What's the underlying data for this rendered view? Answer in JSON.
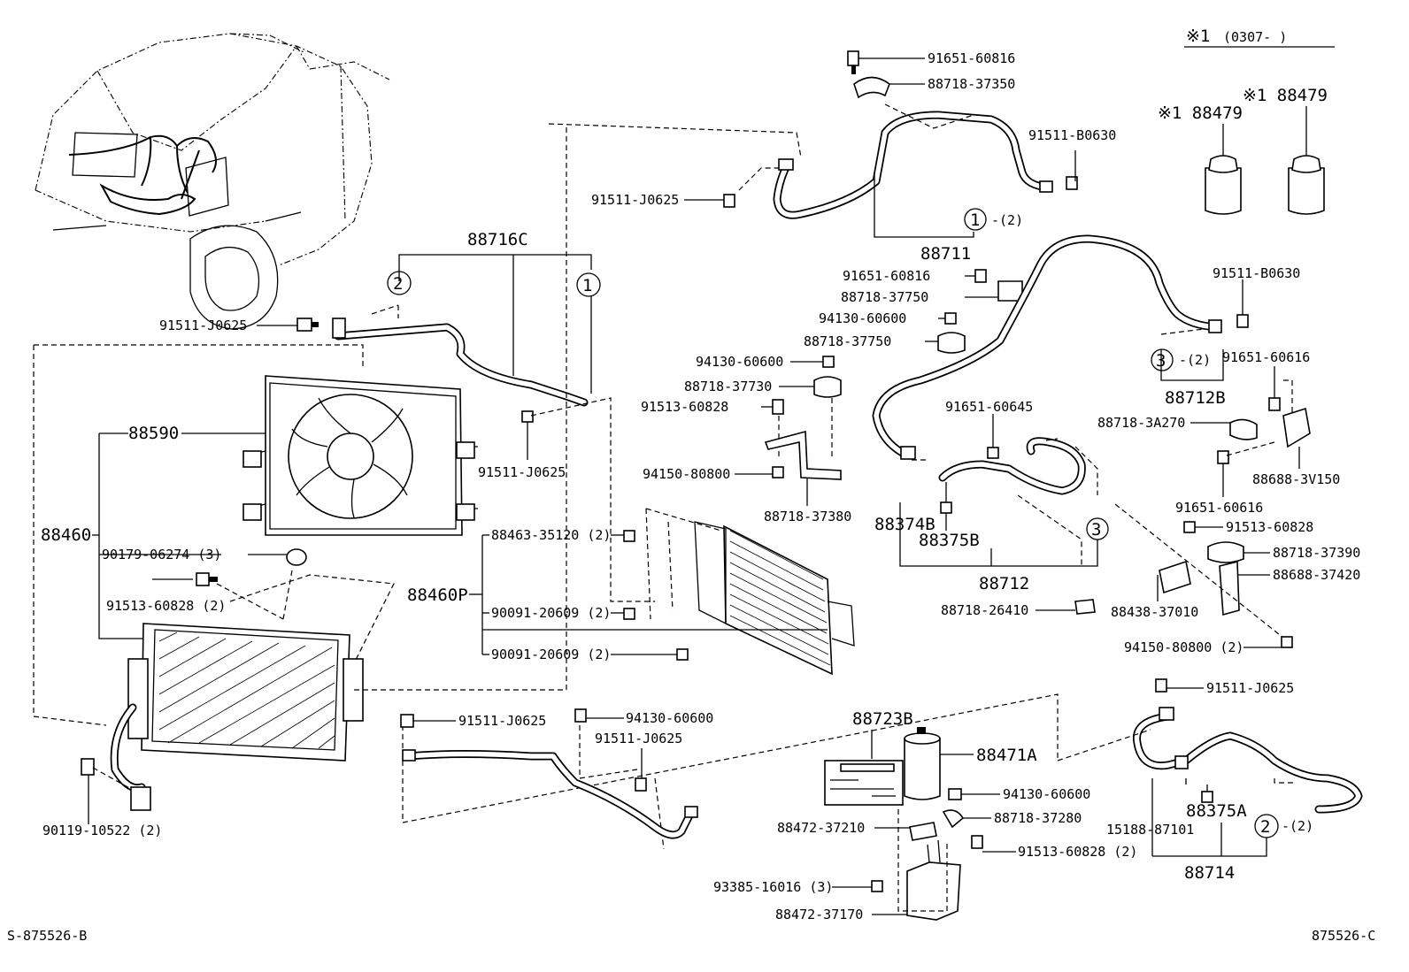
{
  "header": {
    "note_prefix": "※1",
    "note_range": "(0307-    )"
  },
  "footer": {
    "left_code": "S-875526-B",
    "right_code": "875526-C"
  },
  "parts": {
    "p88479_a": "※1 88479",
    "p88479_b": "※1 88479",
    "p91651_60816_top": "91651-60816",
    "p88718_37350": "88718-37350",
    "p91511_B0630_top": "91511-B0630",
    "p91511_J0625_a": "91511-J0625",
    "p88711": "88711",
    "circle1_qty_label": "-(2)",
    "p88716C": "88716C",
    "p91651_60816_mid": "91651-60816",
    "p88718_37750_a": "88718-37750",
    "p94130_60600_a": "94130-60600",
    "p88718_37750_b": "88718-37750",
    "p91511_B0630_right": "91511-B0630",
    "p91511_J0625_b": "91511-J0625",
    "p94130_60600_b": "94130-60600",
    "p88718_37730": "88718-37730",
    "p91513_60828_a": "91513-60828",
    "circle3_qty_label": "-(2)",
    "p88712B": "88712B",
    "p91651_60616_a": "91651-60616",
    "p91651_60645": "91651-60645",
    "p88718_3A270": "88718-3A270",
    "p88590": "88590",
    "p91511_J0625_c": "91511-J0625",
    "p94150_80800_a": "94150-80800",
    "p88688_3V150": "88688-3V150",
    "p88718_37380": "88718-37380",
    "p88374B": "88374B",
    "p88375B": "88375B",
    "p91651_60616_b": "91651-60616",
    "p91513_60828_b": "91513-60828",
    "p88460": "88460",
    "p88463_35120": "88463-35120 (2)",
    "p90179_06274": "90179-06274 (3)",
    "p88718_37390": "88718-37390",
    "p88712": "88712",
    "p88688_37420": "88688-37420",
    "p91513_60828_c": "91513-60828 (2)",
    "p88460P": "88460P",
    "p90091_20609_a": "90091-20609 (2)",
    "p88718_26410": "88718-26410",
    "p88438_37010": "88438-37010",
    "p90091_20609_b": "90091-20609 (2)",
    "p94150_80800_b": "94150-80800 (2)",
    "p91511_J0625_d": "91511-J0625",
    "p91511_J0625_e": "91511-J0625",
    "p94130_60600_c": "94130-60600",
    "p88723B": "88723B",
    "p91511_J0625_f": "91511-J0625",
    "p88471A": "88471A",
    "p94130_60600_d": "94130-60600",
    "p88375A": "88375A",
    "p88718_37280": "88718-37280",
    "p90119_10522": "90119-10522 (2)",
    "p88472_37210": "88472-37210",
    "p15188_87101": "15188-87101",
    "circle2_qty_label": "-(2)",
    "p91513_60828_d": "91513-60828 (2)",
    "p88714": "88714",
    "p93385_16016": "93385-16016 (3)",
    "p88472_37170": "88472-37170"
  },
  "callouts": {
    "c1_a": "1",
    "c1_b": "1",
    "c2_a": "2",
    "c2_b": "2",
    "c3_a": "3",
    "c3_b": "3"
  },
  "icons": [
    "vehicle-cutaway-icon",
    "condenser-fan-icon",
    "radiator-icon",
    "condenser-icon",
    "receiver-dryer-icon",
    "filter-cartridge-icon",
    "caution-label-icon",
    "bolt-icon",
    "clamp-icon",
    "bracket-icon"
  ]
}
